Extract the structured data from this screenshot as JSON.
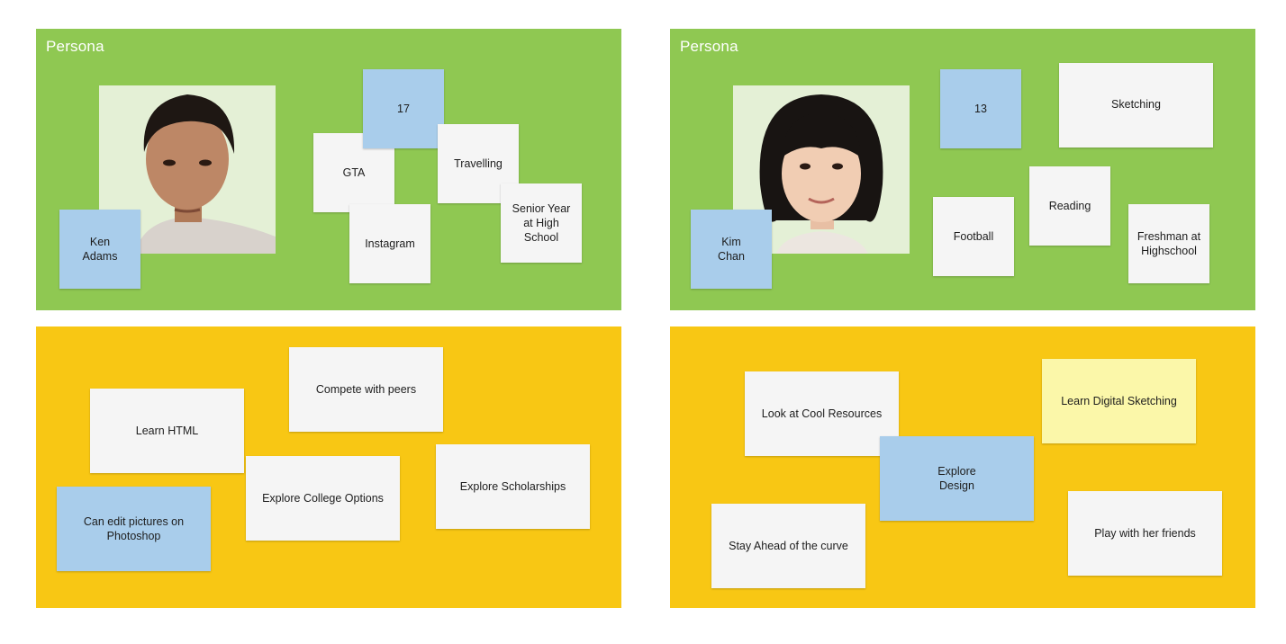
{
  "colors": {
    "persona_frame": "#8fc852",
    "goals_frame": "#f8c714",
    "sticky_white": "#f5f5f5",
    "sticky_blue": "#a9cdeb",
    "sticky_yellow": "#fbf7a9",
    "photo_bg": "#e4f0d6"
  },
  "persona_1": {
    "title": "Persona",
    "photo_icon": "person-portrait-icon",
    "name": "Ken\nAdams",
    "age": "17",
    "notes": [
      "GTA",
      "Travelling",
      "Instagram",
      "Senior Year at High School"
    ]
  },
  "persona_2": {
    "title": "Persona",
    "photo_icon": "person-portrait-icon",
    "name": "Kim\nChan",
    "age": "13",
    "notes": [
      "Sketching",
      "Reading",
      "Football",
      "Freshman at Highschool"
    ]
  },
  "goals_1": {
    "notes": [
      "Compete with peers",
      "Learn HTML",
      "Explore College Options",
      "Explore Scholarships",
      "Can edit pictures on Photoshop"
    ]
  },
  "goals_2": {
    "notes": [
      "Look at Cool Resources",
      "Learn Digital Sketching",
      "Explore\nDesign",
      "Stay Ahead of the curve",
      "Play with her friends"
    ]
  }
}
